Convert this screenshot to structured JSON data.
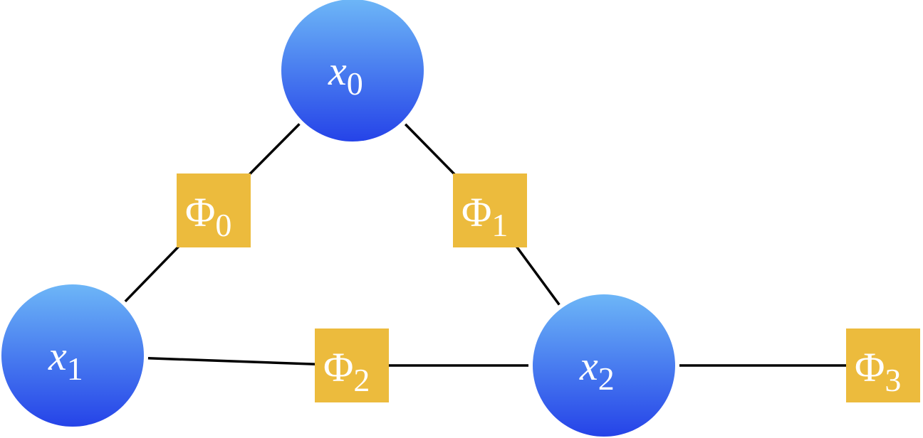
{
  "colors": {
    "variable_node_top": "#6db6f7",
    "variable_node_bottom": "#2543e8",
    "factor_node": "#ecbb3d",
    "edge": "#000000",
    "label": "#ffffff"
  },
  "variables": [
    {
      "id": "x0",
      "symbol": "x",
      "index": "0"
    },
    {
      "id": "x1",
      "symbol": "x",
      "index": "1"
    },
    {
      "id": "x2",
      "symbol": "x",
      "index": "2"
    }
  ],
  "factors": [
    {
      "id": "phi0",
      "symbol": "Φ",
      "index": "0"
    },
    {
      "id": "phi1",
      "symbol": "Φ",
      "index": "1"
    },
    {
      "id": "phi2",
      "symbol": "Φ",
      "index": "2"
    },
    {
      "id": "phi3",
      "symbol": "Φ",
      "index": "3"
    }
  ],
  "edges": [
    {
      "from": "x0",
      "to": "phi0"
    },
    {
      "from": "x1",
      "to": "phi0"
    },
    {
      "from": "x0",
      "to": "phi1"
    },
    {
      "from": "x2",
      "to": "phi1"
    },
    {
      "from": "x1",
      "to": "phi2"
    },
    {
      "from": "x2",
      "to": "phi2"
    },
    {
      "from": "x2",
      "to": "phi3"
    }
  ]
}
